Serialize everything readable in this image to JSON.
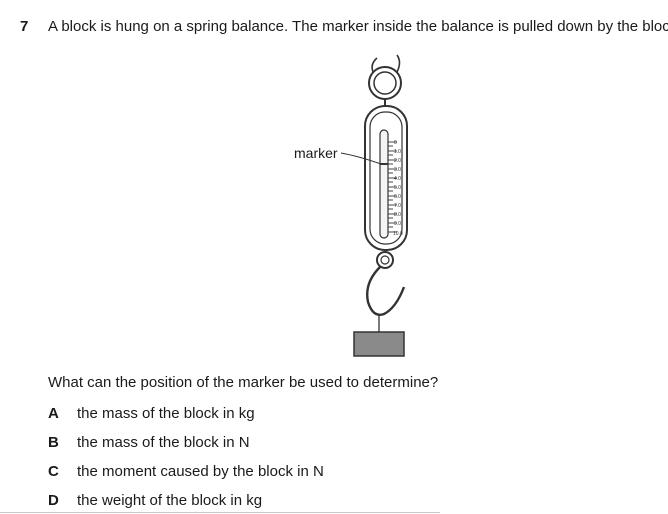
{
  "question": {
    "number": "7",
    "stem": "A block is hung on a spring balance. The marker inside the balance is pulled down by the block.",
    "figure": {
      "marker_label": "marker",
      "scale_labels": [
        "0",
        "1.0",
        "2.0",
        "3.0",
        "4.0",
        "5.0",
        "6.0",
        "7.0",
        "8.0",
        "9.0",
        "10.0"
      ]
    },
    "prompt": "What can the position of the marker be used to determine?",
    "options": [
      {
        "letter": "A",
        "text": "the mass of the block in kg"
      },
      {
        "letter": "B",
        "text": "the mass of the block in N"
      },
      {
        "letter": "C",
        "text": "the moment caused by the block in N"
      },
      {
        "letter": "D",
        "text": "the weight of the block in kg"
      }
    ]
  }
}
